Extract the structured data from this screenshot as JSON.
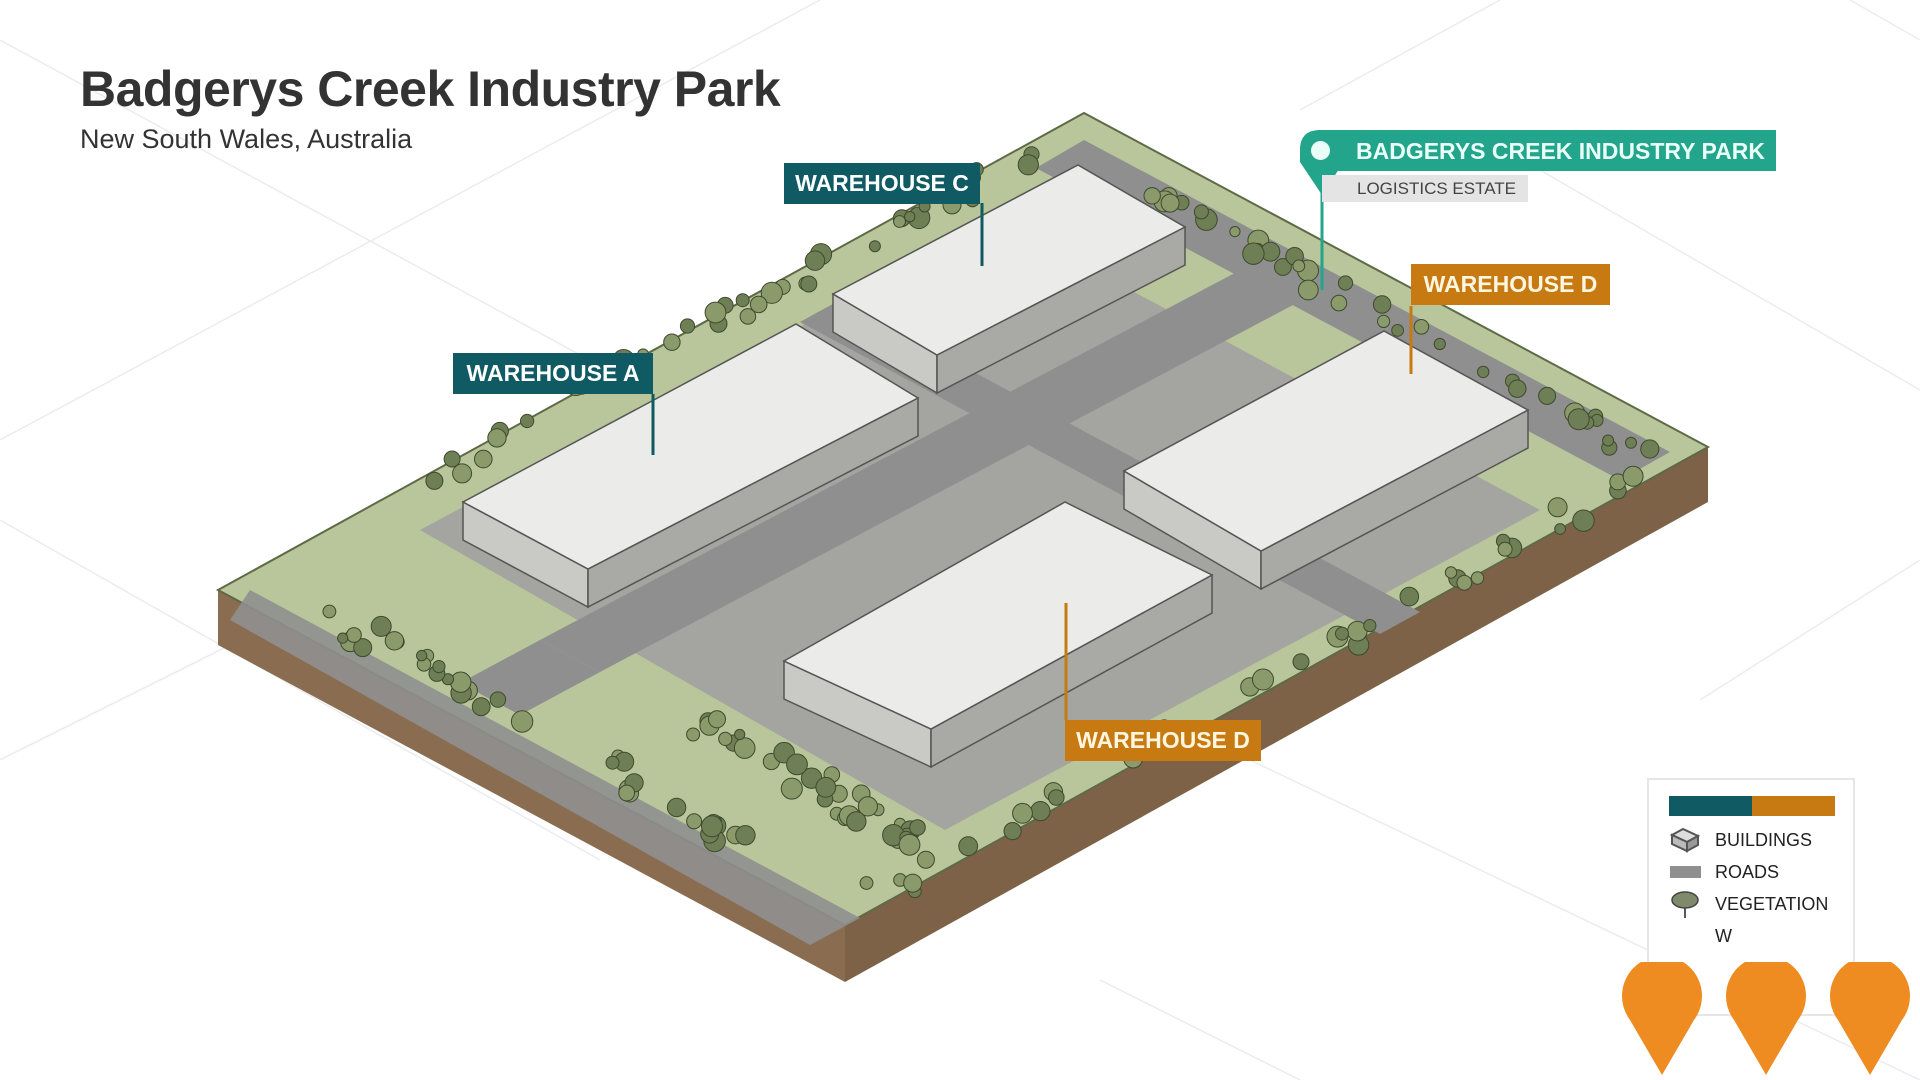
{
  "header": {
    "title": "Badgerys Creek Industry Park",
    "subtitle": "New South Wales, Australia"
  },
  "location_marker": {
    "name": "BADGERYS CREEK INDUSTRY PARK",
    "type": "LOGISTICS ESTATE",
    "color": "#23a58c"
  },
  "buildings": [
    {
      "label": "WAREHOUSE C",
      "color": "#0f5a63"
    },
    {
      "label": "WAREHOUSE A",
      "color": "#0f5a63"
    },
    {
      "label": "WAREHOUSE D",
      "color": "#c77a12"
    },
    {
      "label": "WAREHOUSE D",
      "color": "#c77a12"
    }
  ],
  "legend": {
    "colors": [
      "#0f5a63",
      "#c77a12"
    ],
    "items": [
      {
        "label": "BUILDINGS",
        "icon": "building-icon"
      },
      {
        "label": "ROADS",
        "icon": "road-icon"
      },
      {
        "label": "VEGETATION",
        "icon": "tree-icon"
      },
      {
        "label": "W",
        "icon": "water-icon"
      }
    ]
  },
  "pins": [
    {
      "color": "#ee8c22"
    },
    {
      "color": "#ee8c22"
    },
    {
      "color": "#ee8c22"
    }
  ]
}
